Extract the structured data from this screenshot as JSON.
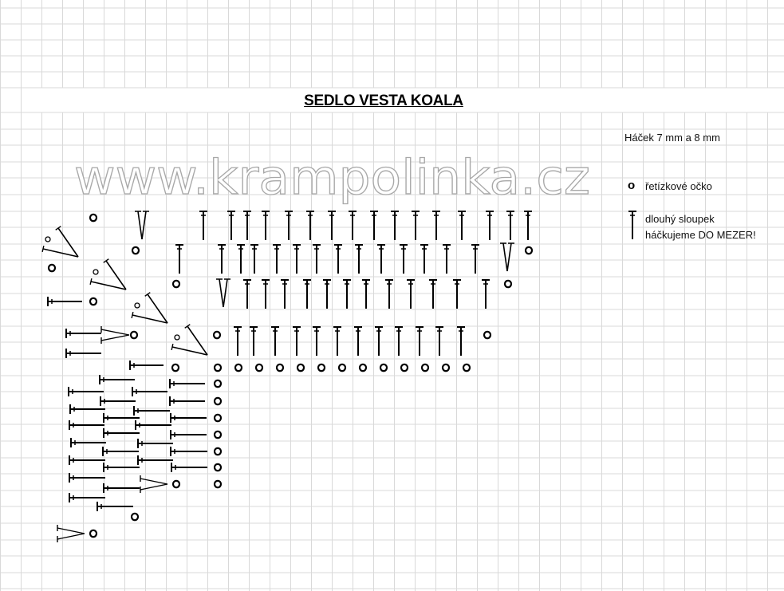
{
  "title": "SEDLO VESTA KOALA",
  "watermark": "www.krampolinka.cz",
  "hook_size": "Háček 7 mm a 8 mm",
  "legend": {
    "chain_symbol": "o",
    "chain_label": "řetízkové očko",
    "treble_label_line1": "dlouhý sloupek",
    "treble_label_line2": "háčkujeme DO MEZER!"
  },
  "colors": {
    "grid": "#d9d9d9",
    "ink": "#000000"
  }
}
